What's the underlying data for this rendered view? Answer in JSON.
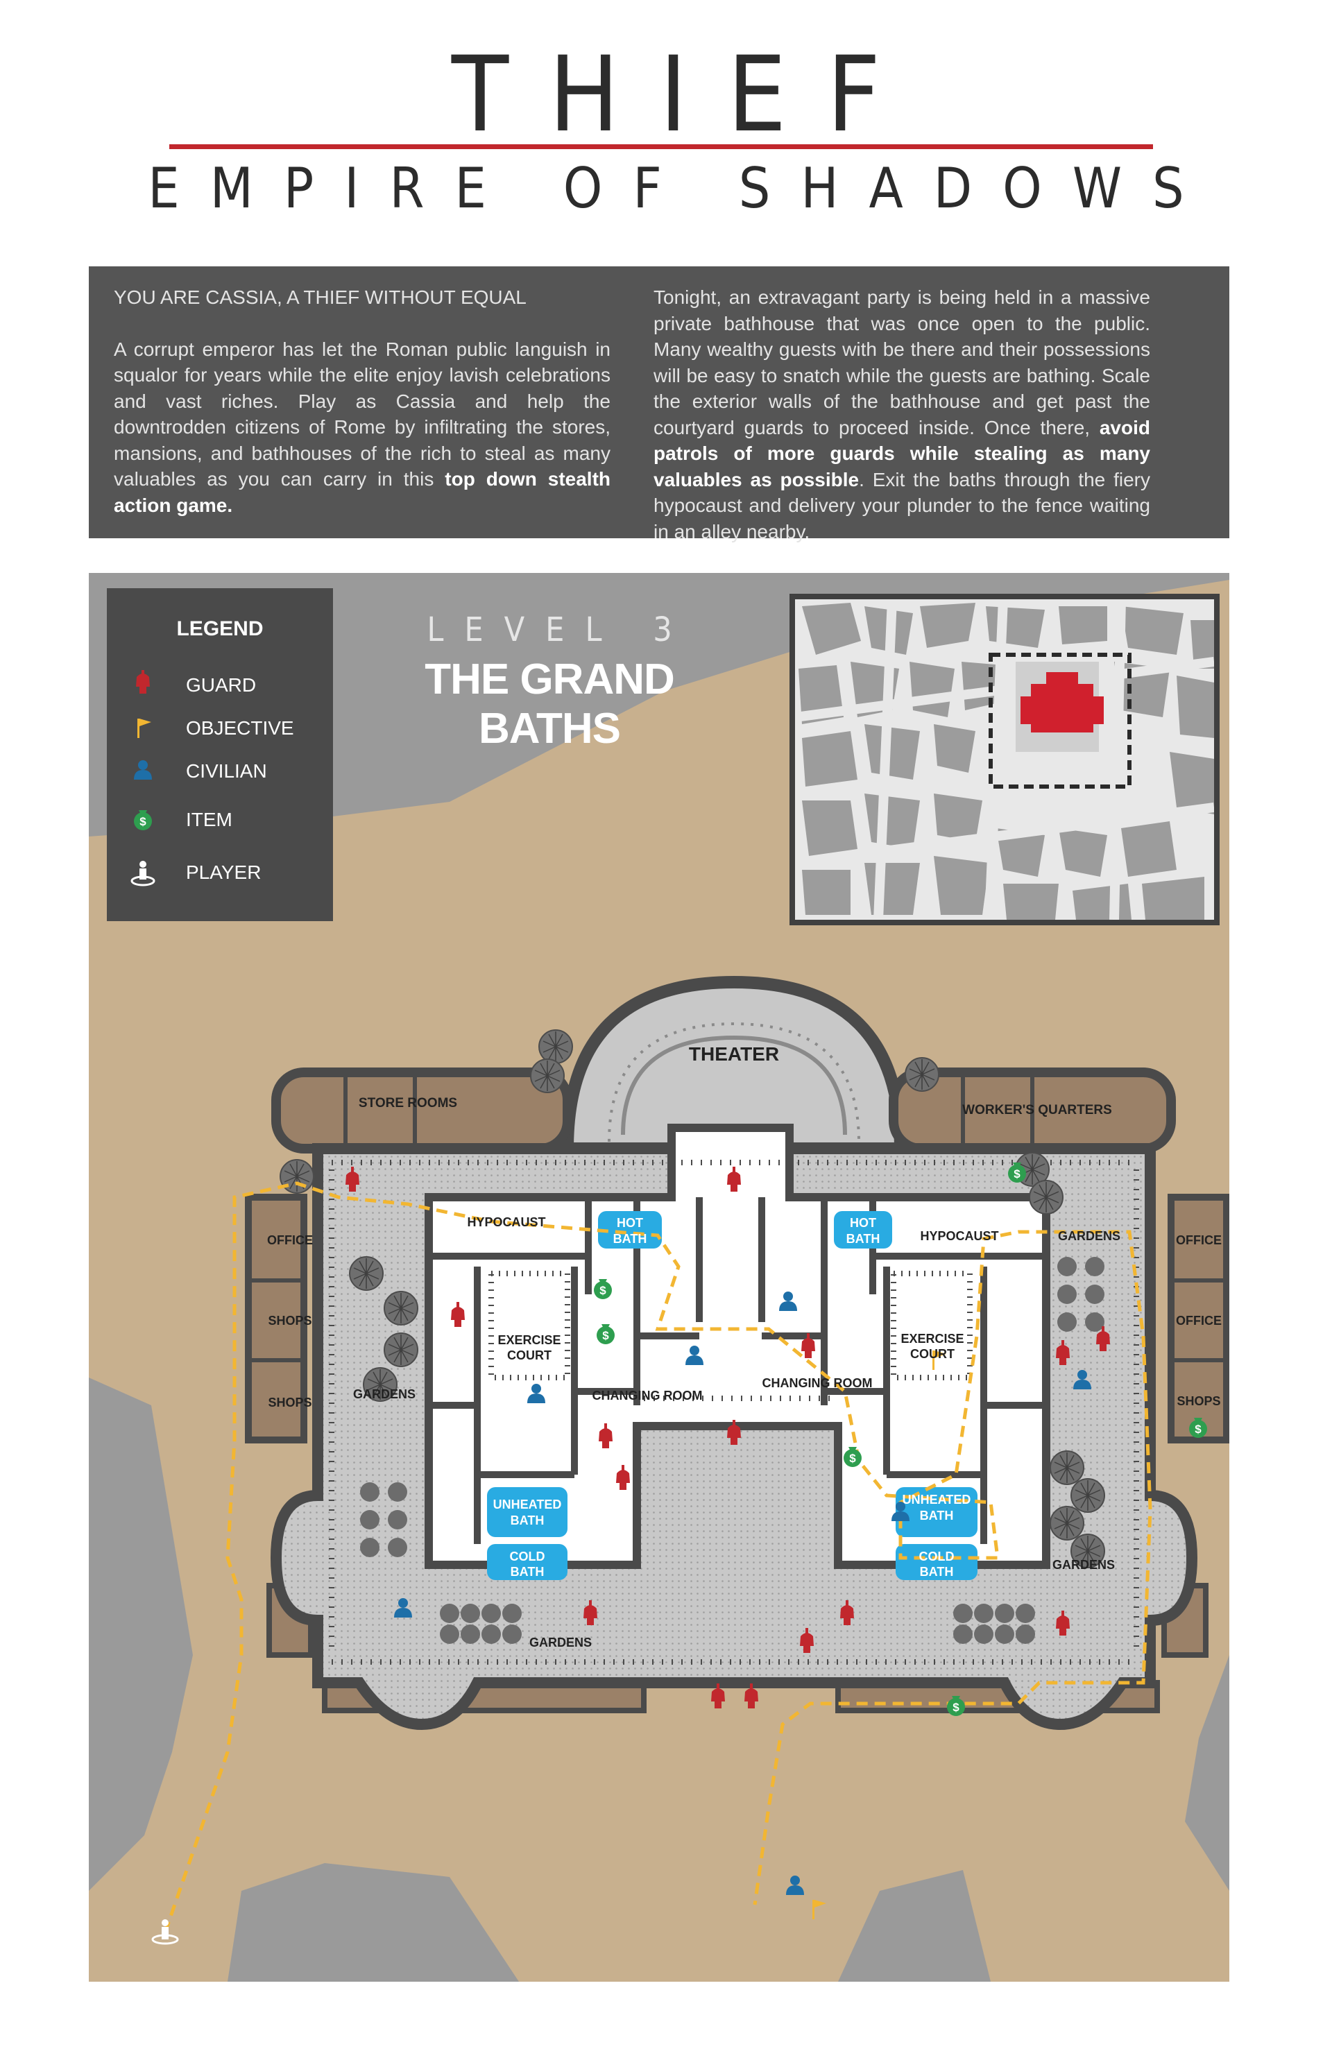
{
  "header": {
    "title": "THIEF",
    "subtitle": "EMPIRE OF SHADOWS"
  },
  "intro": {
    "heading": "YOU ARE CASSIA, A THIEF WITHOUT EQUAL",
    "left_body": "A corrupt emperor has let the Roman public languish in squalor for years while the elite enjoy lavish celebrations and vast riches. Play as Cassia and help the downtrodden citizens of Rome by infiltrating the stores, mansions, and bathhouses of the rich to steal as many valuables as you can carry in this ",
    "left_bold": "top down stealth action game.",
    "right_body_1": "Tonight, an extravagant party is being held in a massive private bathhouse that was once open to the public. Many wealthy guests with be there and their possessions will be easy to snatch while the guests are bathing. Scale the exterior walls of the bathhouse and get past the courtyard guards to proceed inside. Once there, ",
    "right_bold": "avoid patrols of more guards while stealing as many valuables as possible",
    "right_body_2": ". Exit the baths through the fiery hypocaust and delivery your plunder to the fence waiting in an alley nearby."
  },
  "legend": {
    "title": "LEGEND",
    "items": [
      {
        "label": "GUARD",
        "icon": "guard-icon",
        "color": "#c1272d"
      },
      {
        "label": "OBJECTIVE",
        "icon": "objective-flag-icon",
        "color": "#f2b632"
      },
      {
        "label": "CIVILIAN",
        "icon": "civilian-icon",
        "color": "#1e6fa8"
      },
      {
        "label": "ITEM",
        "icon": "money-bag-icon",
        "color": "#2e9e4f"
      },
      {
        "label": "PLAYER",
        "icon": "player-icon",
        "color": "#ffffff"
      }
    ]
  },
  "level": {
    "label": "LEVEL 3",
    "name": "THE GRAND BATHS"
  },
  "map_labels": {
    "theater": "THEATER",
    "store_rooms": "STORE ROOMS",
    "workers_quarters": "WORKER'S QUARTERS",
    "office_left": "OFFICE",
    "shops_left_1": "SHOPS",
    "shops_left_2": "SHOPS",
    "office_right_1": "OFFICE",
    "office_right_2": "OFFICE",
    "shops_right": "SHOPS",
    "gardens_left": "GARDENS",
    "gardens_bottom": "GARDENS",
    "gardens_right_top": "GARDENS",
    "gardens_right_bottom": "GARDENS",
    "hypocaust_left": "HYPOCAUST",
    "hypocaust_right": "HYPOCAUST",
    "hot_bath_left_1": "HOT",
    "hot_bath_left_2": "BATH",
    "hot_bath_right_1": "HOT",
    "hot_bath_right_2": "BATH",
    "exercise_left_1": "EXERCISE",
    "exercise_left_2": "COURT",
    "exercise_right_1": "EXERCISE",
    "exercise_right_2": "COURT",
    "changing_left": "CHANGING ROOM",
    "changing_right": "CHANGING ROOM",
    "unheated_left_1": "UNHEATED",
    "unheated_left_2": "BATH",
    "unheated_right_1": "UNHEATED",
    "unheated_right_2": "BATH",
    "cold_left_1": "COLD",
    "cold_left_2": "BATH",
    "cold_right_1": "COLD",
    "cold_right_2": "BATH"
  },
  "colors": {
    "accent_red": "#c1272d",
    "ground": "#c8b08e",
    "road": "#9a9a9a",
    "courtyard": "#c9c9c9",
    "wall": "#4a4a4a",
    "bath_water": "#29abe2",
    "path": "#f2b632",
    "brown_rooms": "#9b8168"
  }
}
